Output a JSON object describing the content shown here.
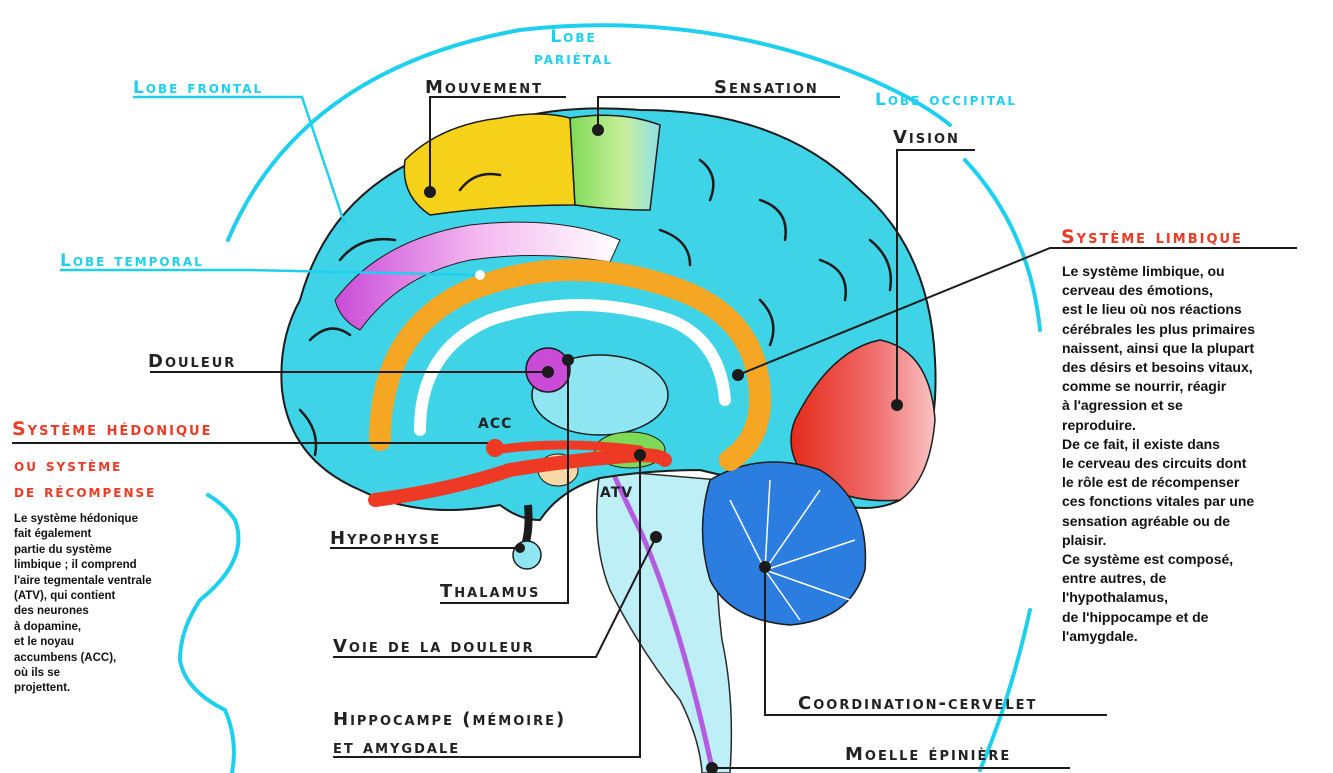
{
  "labels": {
    "lobe_parietal": "Lobe\npariétal",
    "lobe_frontal": "Lobe frontal",
    "lobe_occipital": "Lobe occipital",
    "lobe_temporal": "Lobe temporal",
    "mouvement": "Mouvement",
    "sensation": "Sensation",
    "vision": "Vision",
    "douleur": "Douleur",
    "hypophyse": "Hypophyse",
    "thalamus": "Thalamus",
    "voie_douleur": "Voie de la douleur",
    "hippocampe_1": "Hippocampe (mémoire)",
    "hippocampe_2": "et amygdale",
    "coordination": "Coordination-cervelet",
    "moelle": "Moelle épinière",
    "acc": "ACC",
    "atv": "ATV"
  },
  "limbic": {
    "title": "Système limbique",
    "text": "Le système limbique, ou\ncerveau des émotions,\nest le lieu où nos réactions\ncérébrales les plus primaires\nnaissent, ainsi que la plupart\ndes désirs et besoins vitaux,\ncomme se nourrir, réagir\nà l'agression et se\nreproduire.\nDe ce fait, il existe dans\nle cerveau des circuits dont\nle rôle est de récompenser\nces fonctions vitales par une\nsensation agréable ou de\nplaisir.\nCe système est composé,\nentre autres, de\nl'hypothalamus,\nde l'hippocampe et de\nl'amygdale."
  },
  "hedonic": {
    "title": "Système hédonique",
    "subtitle_1": "ou système",
    "subtitle_2": "de récompense",
    "text": "Le système hédonique\nfait également\npartie du système\nlimbique ; il comprend\nl'aire tegmentale ventrale\n(ATV), qui contient\ndes neurones\nà dopamine,\net le noyau\naccumbens (ACC),\noù ils se\nprojettent."
  },
  "colors": {
    "cyan": "#1fd0ee",
    "brain": "#3fd3e8",
    "motor": "#f6d11a",
    "sensory": "#a8e36b",
    "limbic": "#f5a623",
    "hedonic": "#ee3a24",
    "visual": "#e84a4a",
    "cerebellum": "#2b7de0"
  }
}
